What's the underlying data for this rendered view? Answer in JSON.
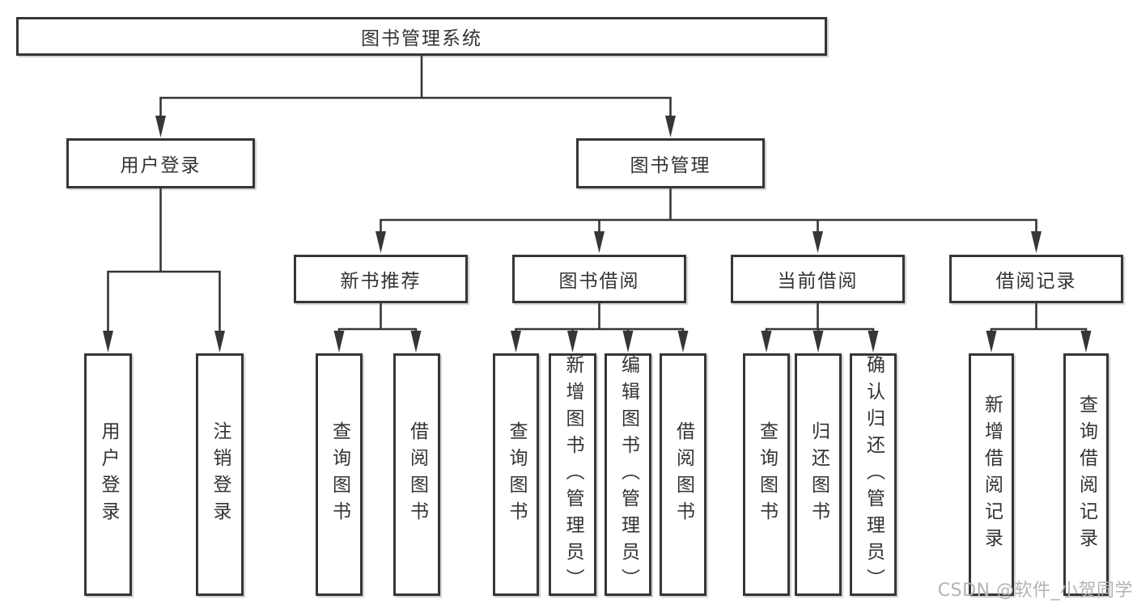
{
  "tree": {
    "root": {
      "label": "图书管理系统",
      "children": [
        {
          "label": "用户登录",
          "children": [
            {
              "label": "用户登录"
            },
            {
              "label": "注销登录"
            }
          ]
        },
        {
          "label": "图书管理",
          "children": [
            {
              "label": "新书推荐",
              "children": [
                {
                  "label": "查询图书"
                },
                {
                  "label": "借阅图书"
                }
              ]
            },
            {
              "label": "图书借阅",
              "children": [
                {
                  "label": "查询图书"
                },
                {
                  "label": "新增图书（管理员）"
                },
                {
                  "label": "编辑图书（管理员）"
                },
                {
                  "label": "借阅图书"
                }
              ]
            },
            {
              "label": "当前借阅",
              "children": [
                {
                  "label": "查询图书"
                },
                {
                  "label": "归还图书"
                },
                {
                  "label": "确认归还（管理员）"
                }
              ]
            },
            {
              "label": "借阅记录",
              "children": [
                {
                  "label": "新增借阅记录"
                },
                {
                  "label": "查询借阅记录"
                }
              ]
            }
          ]
        }
      ]
    }
  },
  "watermark": {
    "text": "CSDN @软件_小贺同学"
  },
  "colors": {
    "line": "#363636",
    "text": "#333333",
    "box_background": "#ffffff",
    "watermark": "#b3b3b3"
  }
}
